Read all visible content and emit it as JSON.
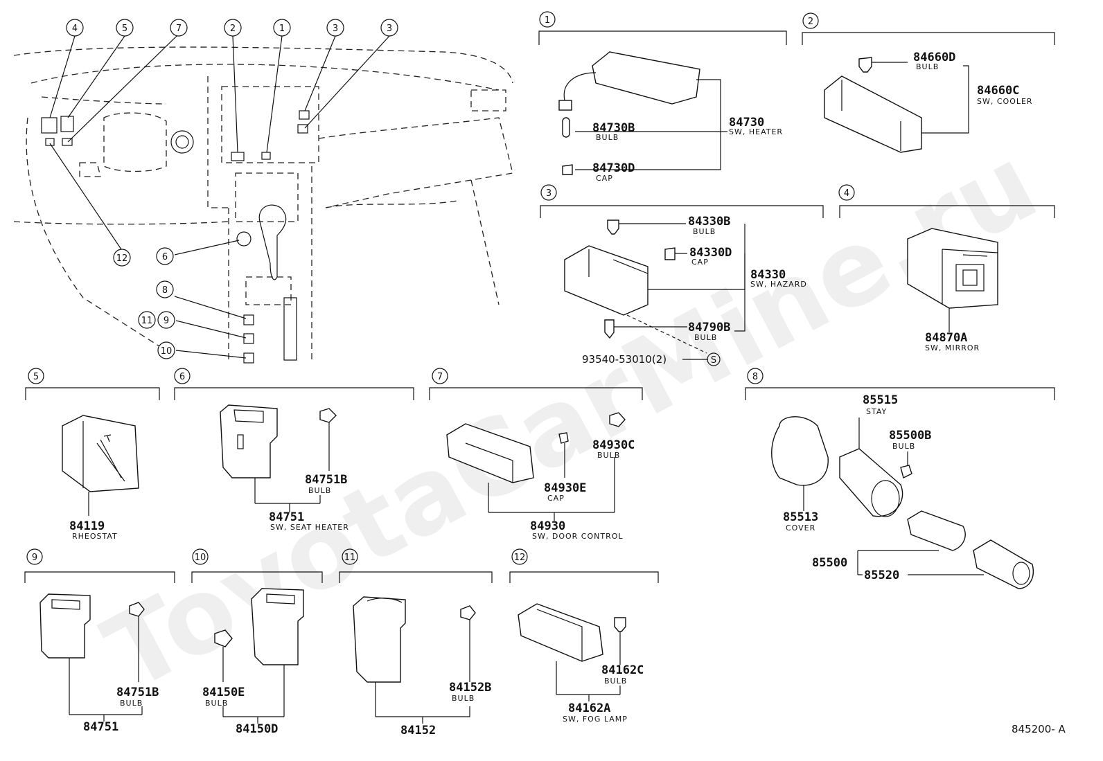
{
  "watermark": "ToyotaCarMine.ru",
  "figure_ref": "845200- A",
  "overview_callouts": [
    "4",
    "5",
    "7",
    "2",
    "1",
    "3",
    "3",
    "6",
    "12",
    "8",
    "11",
    "9",
    "10"
  ],
  "sections": [
    {
      "num": "1",
      "parts": [
        {
          "pn": "84730B",
          "sub": "BULB"
        },
        {
          "pn": "84730",
          "sub": "SW, HEATER"
        },
        {
          "pn": "84730D",
          "sub": "CAP"
        }
      ]
    },
    {
      "num": "2",
      "parts": [
        {
          "pn": "84660D",
          "sub": "BULB"
        },
        {
          "pn": "84660C",
          "sub": "SW, COOLER"
        }
      ]
    },
    {
      "num": "3",
      "parts": [
        {
          "pn": "84330B",
          "sub": "BULB"
        },
        {
          "pn": "84330D",
          "sub": "CAP"
        },
        {
          "pn": "84330",
          "sub": "SW, HAZARD"
        },
        {
          "pn": "84790B",
          "sub": "BULB"
        },
        {
          "pn": "93540-53010(2)",
          "sub": ""
        },
        {
          "pn": "S",
          "sub": ""
        }
      ]
    },
    {
      "num": "4",
      "parts": [
        {
          "pn": "84870A",
          "sub": "SW, MIRROR"
        }
      ]
    },
    {
      "num": "5",
      "parts": [
        {
          "pn": "84119",
          "sub": "RHEOSTAT"
        }
      ]
    },
    {
      "num": "6",
      "parts": [
        {
          "pn": "84751B",
          "sub": "BULB"
        },
        {
          "pn": "84751",
          "sub": "SW, SEAT HEATER"
        }
      ]
    },
    {
      "num": "7",
      "parts": [
        {
          "pn": "84930C",
          "sub": "BULB"
        },
        {
          "pn": "84930E",
          "sub": "CAP"
        },
        {
          "pn": "84930",
          "sub": "SW, DOOR CONTROL"
        }
      ]
    },
    {
      "num": "8",
      "parts": [
        {
          "pn": "85515",
          "sub": "STAY"
        },
        {
          "pn": "85500B",
          "sub": "BULB"
        },
        {
          "pn": "85513",
          "sub": "COVER"
        },
        {
          "pn": "85500",
          "sub": ""
        },
        {
          "pn": "85520",
          "sub": ""
        }
      ]
    },
    {
      "num": "9",
      "parts": [
        {
          "pn": "84751B",
          "sub": "BULB"
        },
        {
          "pn": "84751",
          "sub": ""
        }
      ]
    },
    {
      "num": "10",
      "parts": [
        {
          "pn": "84150E",
          "sub": "BULB"
        },
        {
          "pn": "84150D",
          "sub": ""
        }
      ]
    },
    {
      "num": "11",
      "parts": [
        {
          "pn": "84152B",
          "sub": "BULB"
        },
        {
          "pn": "84152",
          "sub": ""
        }
      ]
    },
    {
      "num": "12",
      "parts": [
        {
          "pn": "84162C",
          "sub": "BULB"
        },
        {
          "pn": "84162A",
          "sub": "SW, FOG LAMP"
        }
      ]
    }
  ]
}
